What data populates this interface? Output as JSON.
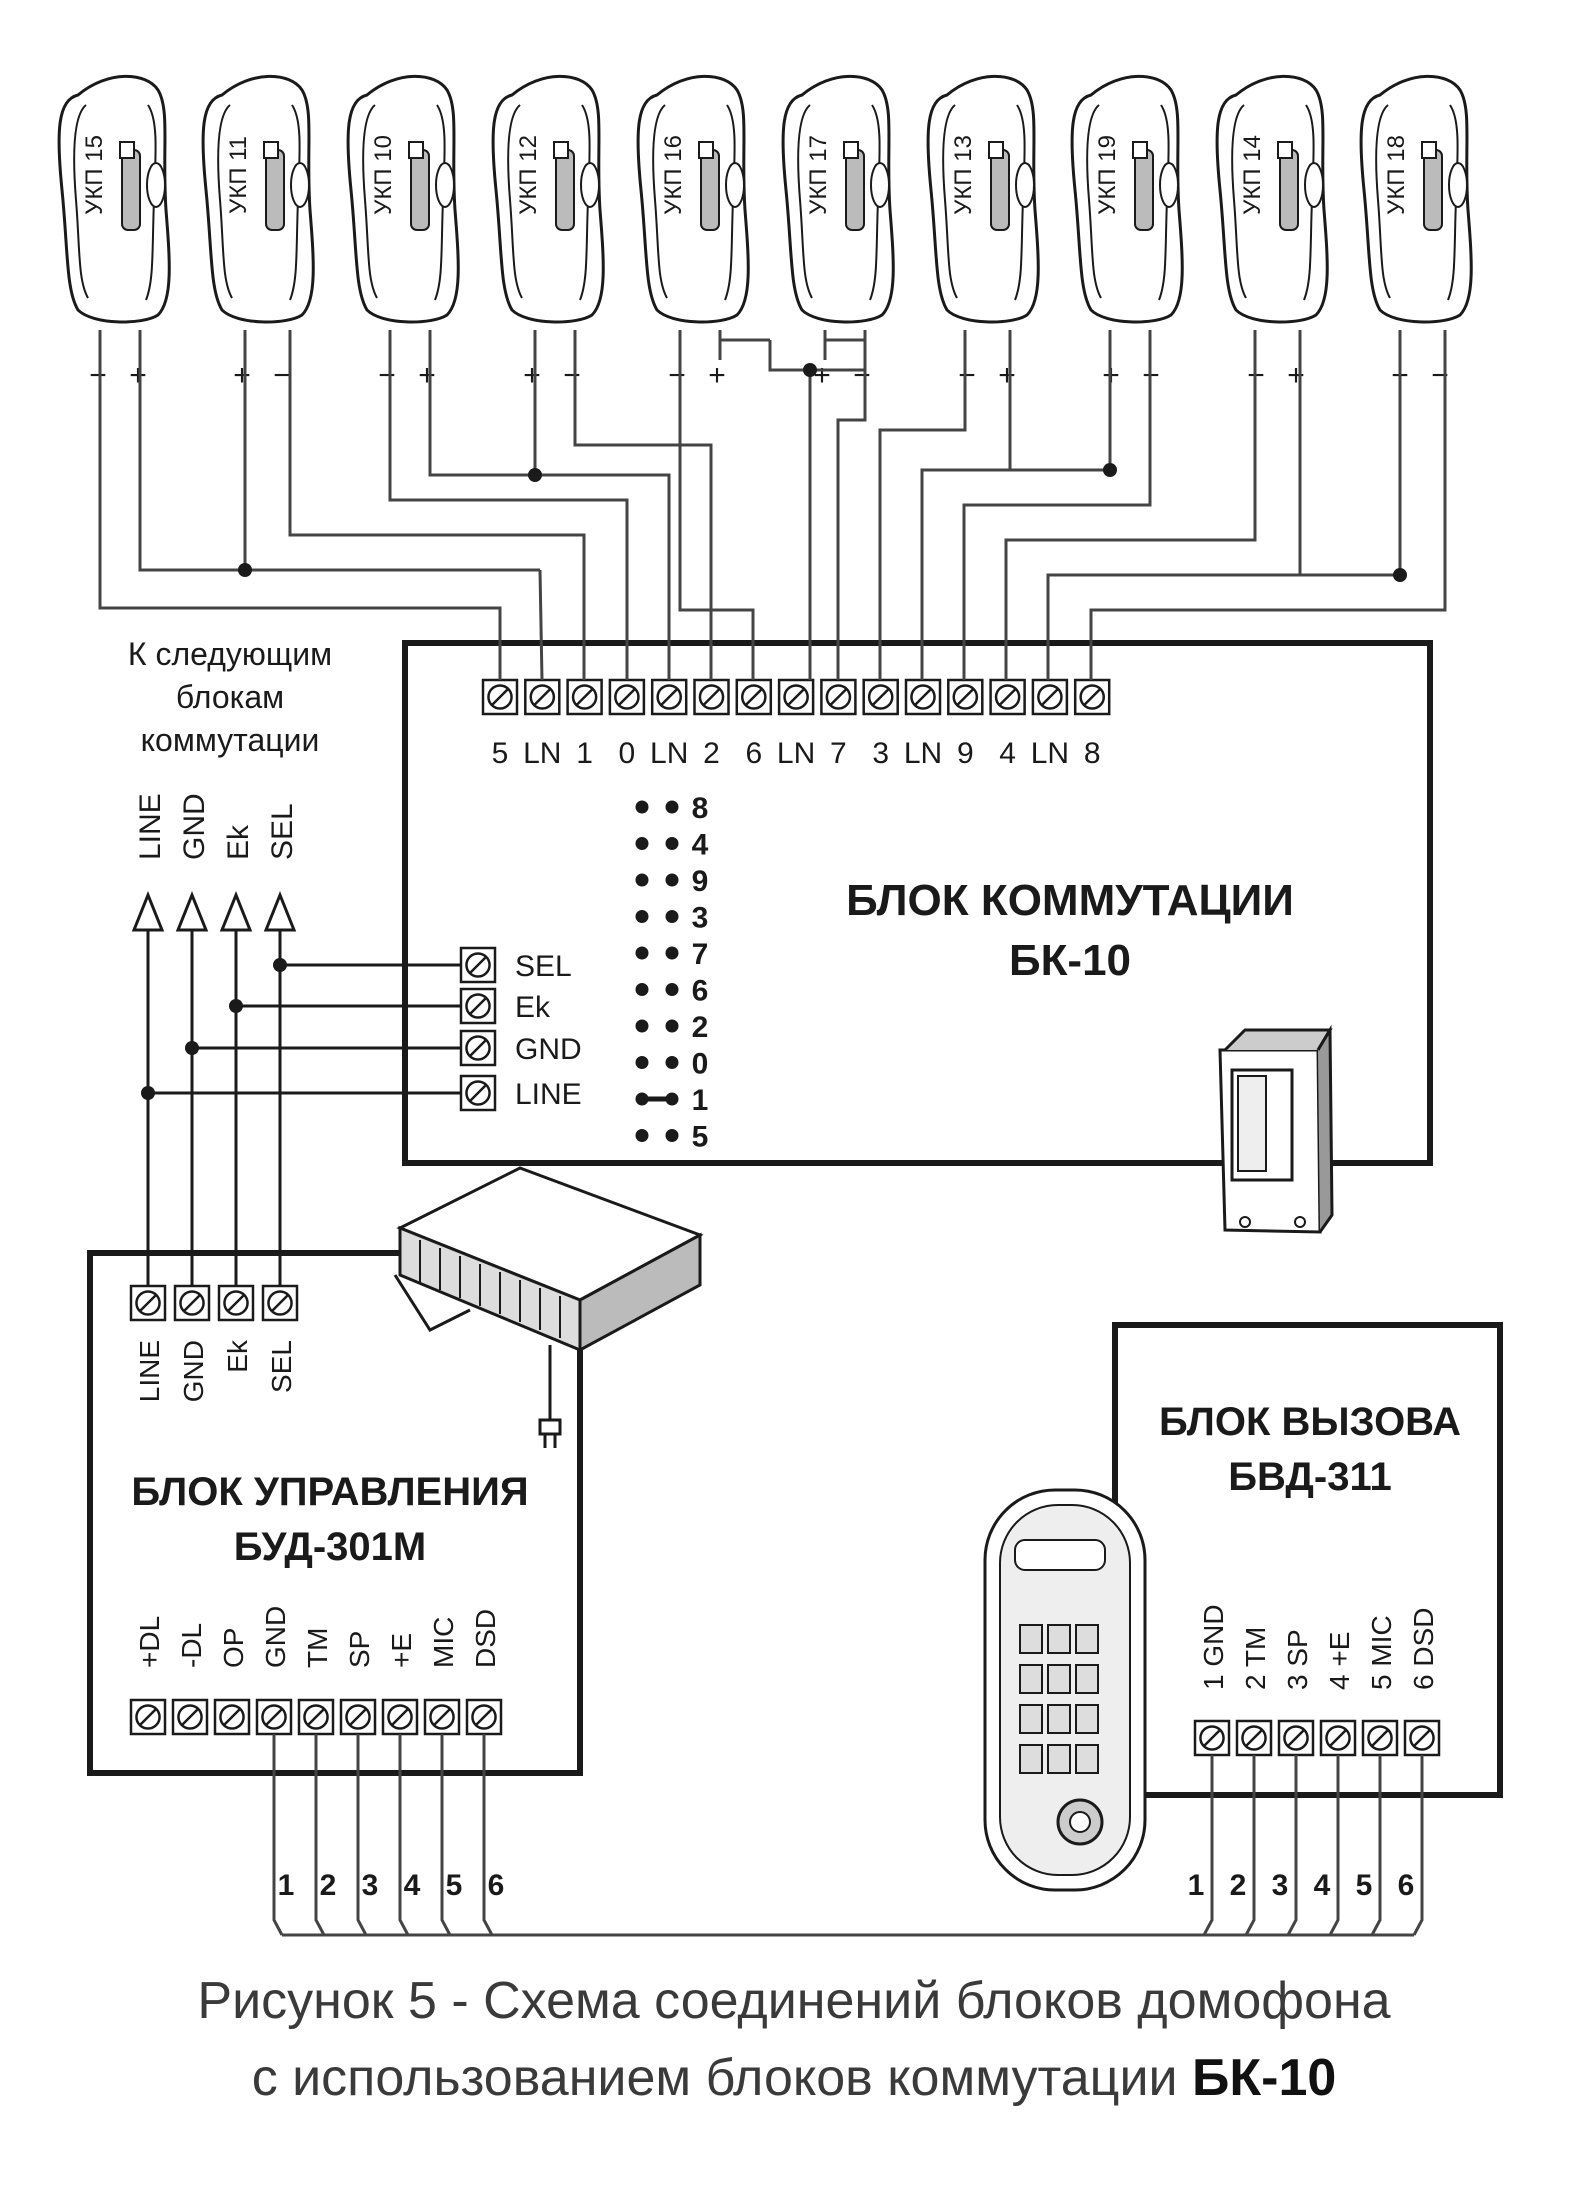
{
  "handsets": [
    "УКП 15",
    "УКП 11",
    "УКП 10",
    "УКП 12",
    "УКП 16",
    "УКП 17",
    "УКП 13",
    "УКП 19",
    "УКП 14",
    "УКП 18"
  ],
  "handset_polarity": [
    [
      "−",
      "+"
    ],
    [
      "+",
      "−"
    ],
    [
      "−",
      "+"
    ],
    [
      "+",
      "−"
    ],
    [
      "−",
      "+"
    ],
    [
      "+",
      "−"
    ],
    [
      "−",
      "+"
    ],
    [
      "+",
      "−"
    ],
    [
      "−",
      "+"
    ],
    [
      "+",
      "−"
    ]
  ],
  "next_blocks_note": [
    "К следующим",
    "блокам",
    "коммутации"
  ],
  "bus_signals": [
    "LINE",
    "GND",
    "Ek",
    "SEL"
  ],
  "bk10": {
    "title_line1": "БЛОК КОММУТАЦИИ",
    "title_line2": "БК-10",
    "top_terminal_labels": [
      "5",
      "LN",
      "1",
      "0",
      "LN",
      "2",
      "6",
      "LN",
      "7",
      "3",
      "LN",
      "9",
      "4",
      "LN",
      "8"
    ],
    "left_terminals": [
      "SEL",
      "Ek",
      "GND",
      "LINE"
    ],
    "jumper_labels": [
      "8",
      "4",
      "9",
      "3",
      "7",
      "6",
      "2",
      "0",
      "1",
      "5"
    ],
    "jumper_set": "1"
  },
  "bud": {
    "title_line1": "БЛОК УПРАВЛЕНИЯ",
    "title_line2": "БУД-301М",
    "top_terminals": [
      "LINE",
      "GND",
      "Ek",
      "SEL"
    ],
    "bottom_terminals": [
      "+DL",
      "-DL",
      "OP",
      "GND",
      "TM",
      "SP",
      "+E",
      "MIC",
      "DSD"
    ]
  },
  "bvd": {
    "title_line1": "БЛОК ВЫЗОВА",
    "title_line2": "БВД-311",
    "terminals": [
      "1 GND",
      "2 TM",
      "3 SP",
      "4 +E",
      "5 MIC",
      "6 DSD"
    ]
  },
  "cable_numbers": [
    "1",
    "2",
    "3",
    "4",
    "5",
    "6"
  ],
  "caption": {
    "line1": "Рисунок 5 - Схема соединений блоков домофона",
    "line2_prefix": "с использованием блоков коммутации ",
    "line2_bold": "БК-10"
  },
  "colors": {
    "line": "#1a1a1a",
    "wire": "#444444"
  }
}
